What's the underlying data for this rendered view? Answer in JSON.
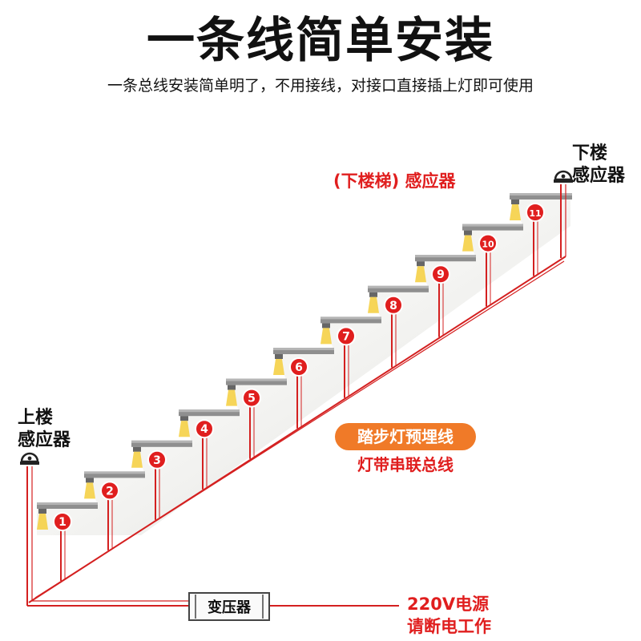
{
  "title": "一条线简单安装",
  "subtitle": "一条总线安装简单明了，不用接线，对接口直接插上灯即可使用",
  "upper_sensor": {
    "line1": "上楼",
    "line2": "感应器"
  },
  "lower_sensor": {
    "line1": "下楼",
    "line2": "感应器"
  },
  "stair_sensor_label": "(下楼梯) 感应器",
  "bus_label": {
    "line1": "踏步灯预埋线",
    "line2": "灯带串联总线"
  },
  "transformer_label": "变压器",
  "power_label": {
    "line1": "220V电源",
    "line2": "请断电工作"
  },
  "step_numbers": [
    "1",
    "2",
    "3",
    "4",
    "5",
    "6",
    "7",
    "8",
    "9",
    "10",
    "11"
  ],
  "colors": {
    "wire": "#d42020",
    "badge": "#e01e1e",
    "accent": "#f07a28",
    "light": "#f5d046"
  }
}
